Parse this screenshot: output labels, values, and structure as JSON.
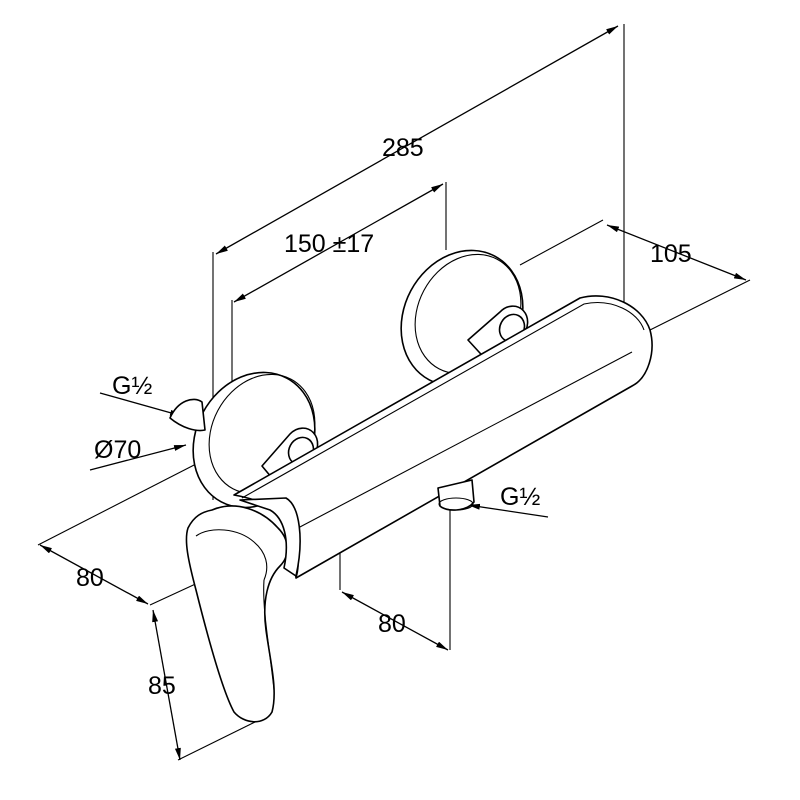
{
  "dimensions": {
    "overall_length": "285",
    "center_distance": "150 ±17",
    "depth": "105",
    "rosette_diameter": "Ø70",
    "inlet_thread": "G½",
    "outlet_thread": "G½",
    "lever_depth": "80",
    "lever_height": "85",
    "outlet_offset": "80"
  },
  "colors": {
    "line": "#000000",
    "background": "#ffffff"
  }
}
